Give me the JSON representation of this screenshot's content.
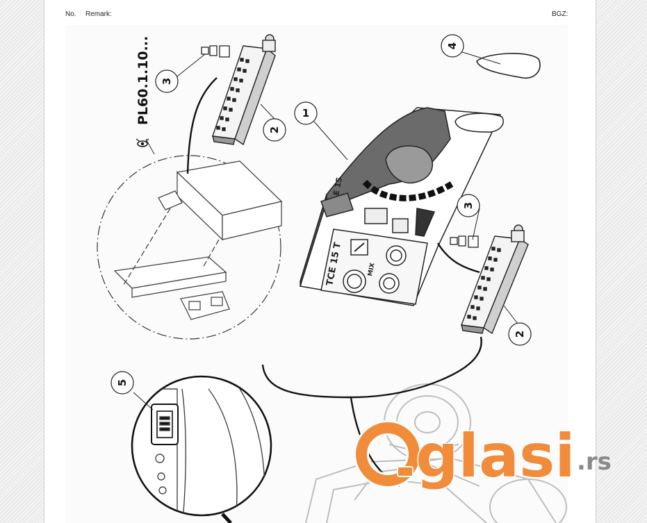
{
  "header": {
    "no_label": "No.",
    "remark_label": "Remark:",
    "bgz_label": "BGZ:"
  },
  "drawing": {
    "part_code": "PL60.1.10...",
    "callouts": [
      "1",
      "2",
      "2",
      "3",
      "3",
      "4",
      "5"
    ],
    "panel_labels": {
      "model": "TCE 15 T",
      "top": "E 15",
      "mix": "MIX"
    }
  },
  "watermark": {
    "brand": "Oglasi",
    "suffix": ".rs",
    "color": "#f08c3a"
  }
}
